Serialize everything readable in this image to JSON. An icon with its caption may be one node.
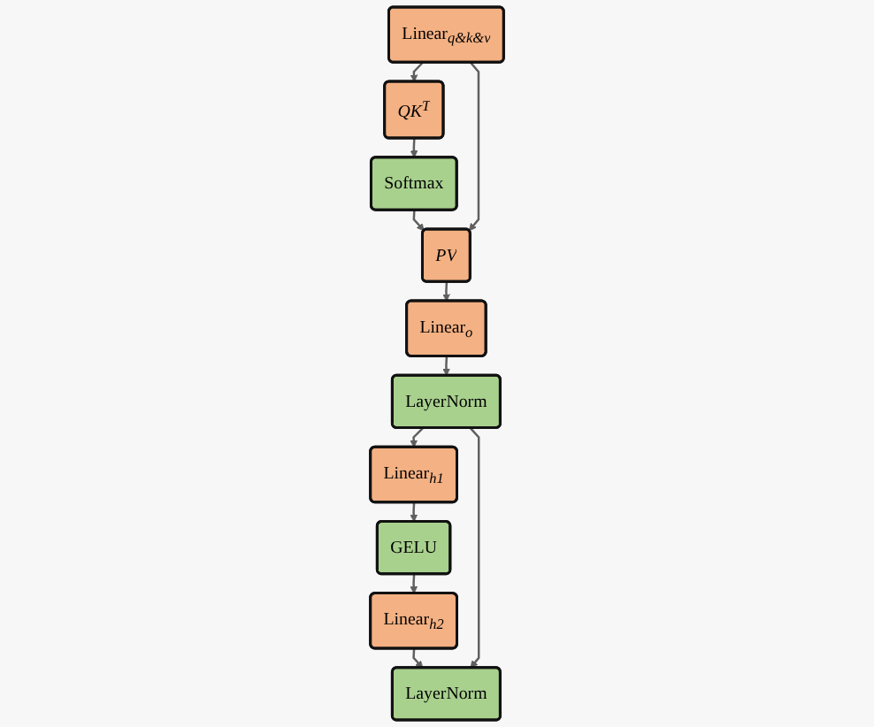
{
  "diagram": {
    "nodes": [
      {
        "text": [
          "Linear$_{q&k&v}$"
        ]
      },
      {
        "text": [
          "QK$^{T}$"
        ]
      },
      {
        "text": [
          "Softmax"
        ]
      },
      {
        "text": [
          "PV"
        ]
      },
      {
        "text": [
          "Linear$_{o}$"
        ]
      },
      {
        "text": [
          "LayerNorm"
        ]
      },
      {
        "text": [
          "Linear$_{h1}$"
        ]
      },
      {
        "text": [
          "GELU"
        ]
      },
      {
        "text": [
          "Linear$_{h2}$"
        ]
      },
      {
        "text": [
          "LayerNorm"
        ]
      }
    ],
    "edges": [
      {
        "from": 0,
        "to": 1,
        "arrow": "to"
      },
      {
        "from": 1,
        "to": 2,
        "arrow": "to"
      },
      {
        "from": 2,
        "to": 3,
        "arrow": "to"
      },
      {
        "from": 0,
        "to": 3,
        "arrow": "to"
      },
      {
        "from": 3,
        "to": 4,
        "arrow": "to"
      },
      {
        "from": 4,
        "to": 5,
        "arrow": "to"
      },
      {
        "from": 5,
        "to": 6,
        "arrow": "to"
      },
      {
        "from": 6,
        "to": 7,
        "arrow": "to"
      },
      {
        "from": 7,
        "to": 8,
        "arrow": "to"
      },
      {
        "from": 8,
        "to": 9,
        "arrow": "to"
      },
      {
        "from": 5,
        "to": 9,
        "arrow": "to"
      }
    ]
  }
}
